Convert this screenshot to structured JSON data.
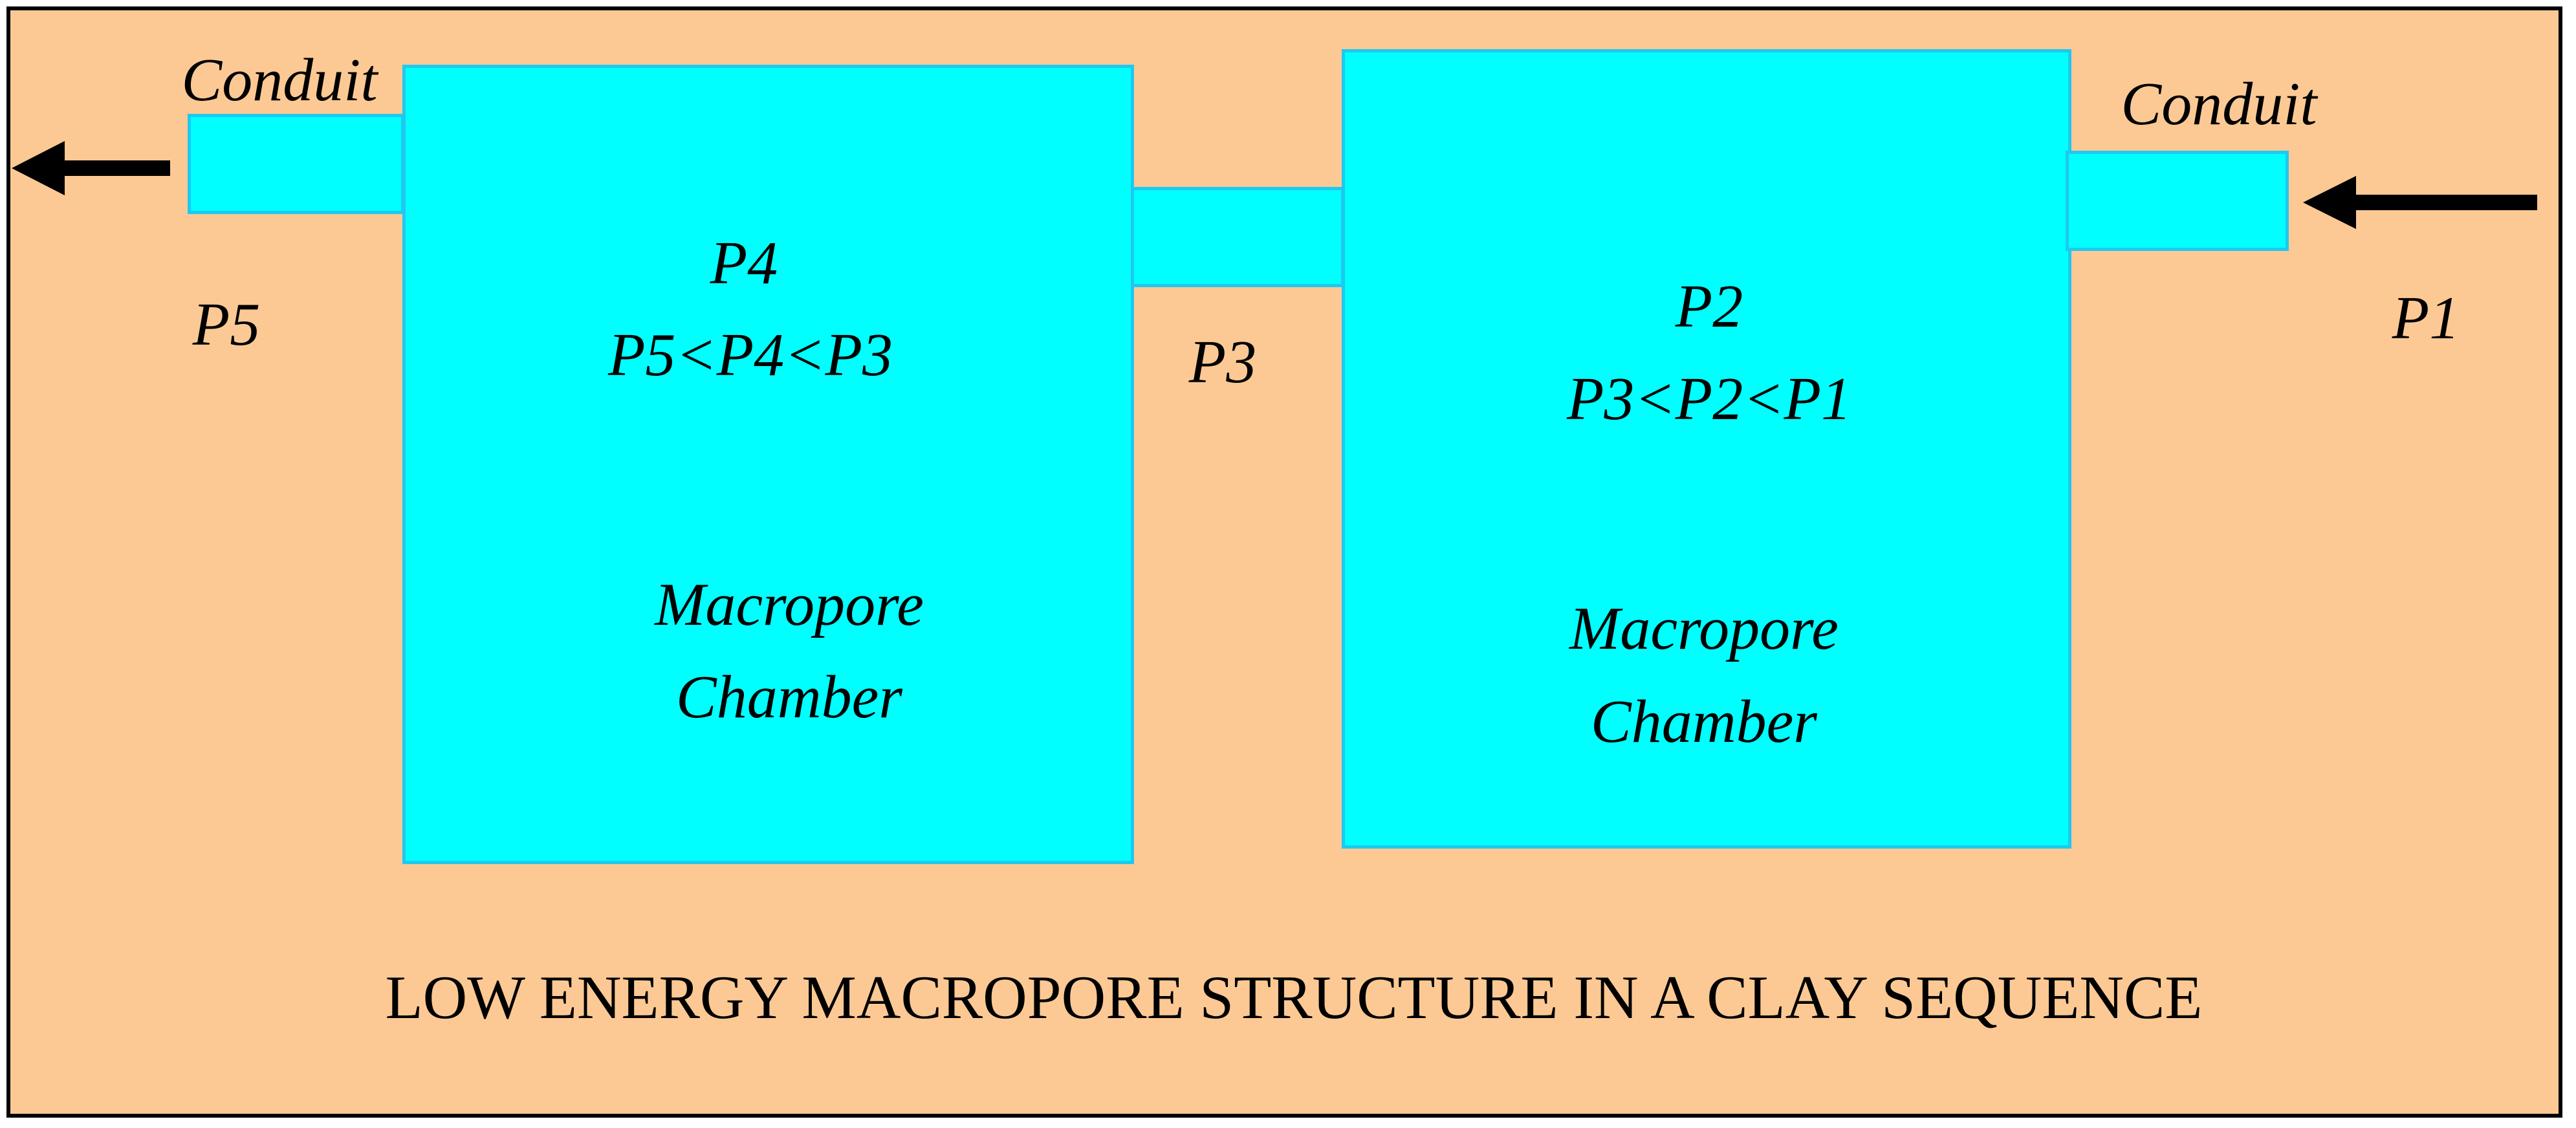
{
  "diagram": {
    "caption": "LOW ENERGY MACROPORE STRUCTURE IN A CLAY SEQUENCE",
    "colors": {
      "background": "#fcc994",
      "chamber_fill": "#00ffff",
      "chamber_border": "#1ec9f0",
      "border": "#000000",
      "arrow": "#000000"
    },
    "left_conduit": {
      "label": "Conduit",
      "pressure": "P5"
    },
    "left_chamber": {
      "pressure": "P4",
      "relation": "P5<P4<P3",
      "name_line1": "Macropore",
      "name_line2": "Chamber"
    },
    "connector": {
      "pressure": "P3"
    },
    "right_chamber": {
      "pressure": "P2",
      "relation": "P3<P2<P1",
      "name_line1": "Macropore",
      "name_line2": "Chamber"
    },
    "right_conduit": {
      "label": "Conduit",
      "pressure": "P1"
    },
    "flow_in_icon": "arrow-left-icon",
    "flow_out_icon": "arrow-left-icon"
  }
}
